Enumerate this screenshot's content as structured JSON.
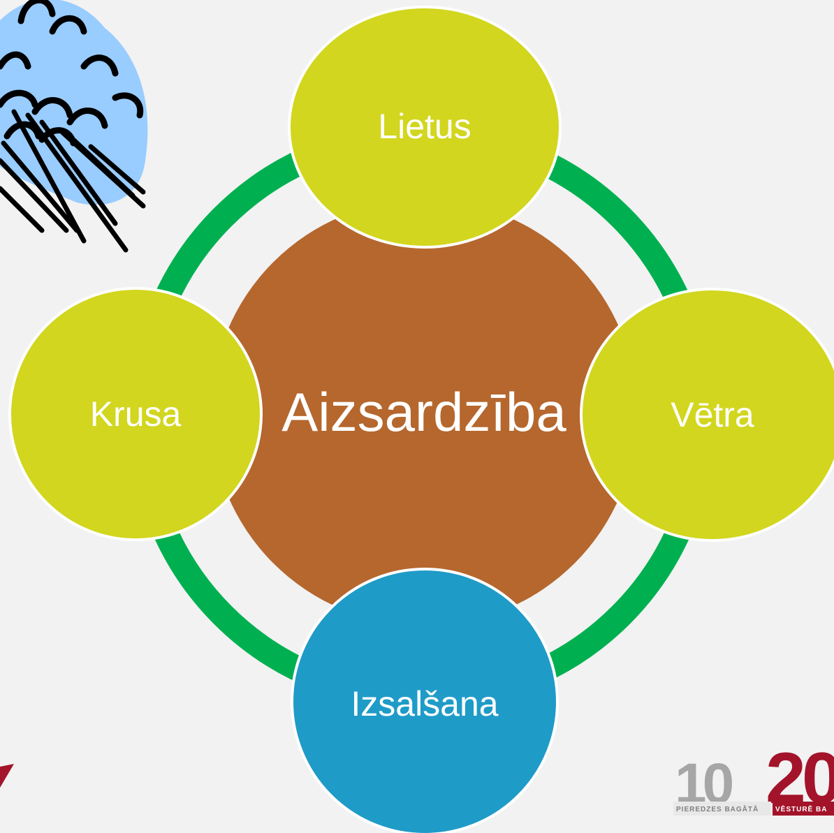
{
  "diagram": {
    "center": {
      "label": "Aizsardzība",
      "color": "#b5672e"
    },
    "ring_color": "#00b050",
    "nodes": [
      {
        "id": "top",
        "label": "Lietus",
        "color": "#d2d61e"
      },
      {
        "id": "right",
        "label": "Vētra",
        "color": "#d2d61e"
      },
      {
        "id": "bottom",
        "label": "Izsalšana",
        "color": "#1f9bc8"
      },
      {
        "id": "left",
        "label": "Krusa",
        "color": "#d2d61e"
      }
    ]
  },
  "logo": {
    "digits_grey": "10",
    "digits_red": "20",
    "tagline_left": "PIEREDZES BAGĀTĀ",
    "tagline_right": "VĒSTURĒ BA"
  },
  "clipart": {
    "icon": "rain-cloud-icon"
  },
  "colors": {
    "background": "#f2f2f2",
    "logo_red": "#a3132a",
    "logo_grey": "#a6a6a6",
    "cloud_fill": "#99ccff"
  }
}
